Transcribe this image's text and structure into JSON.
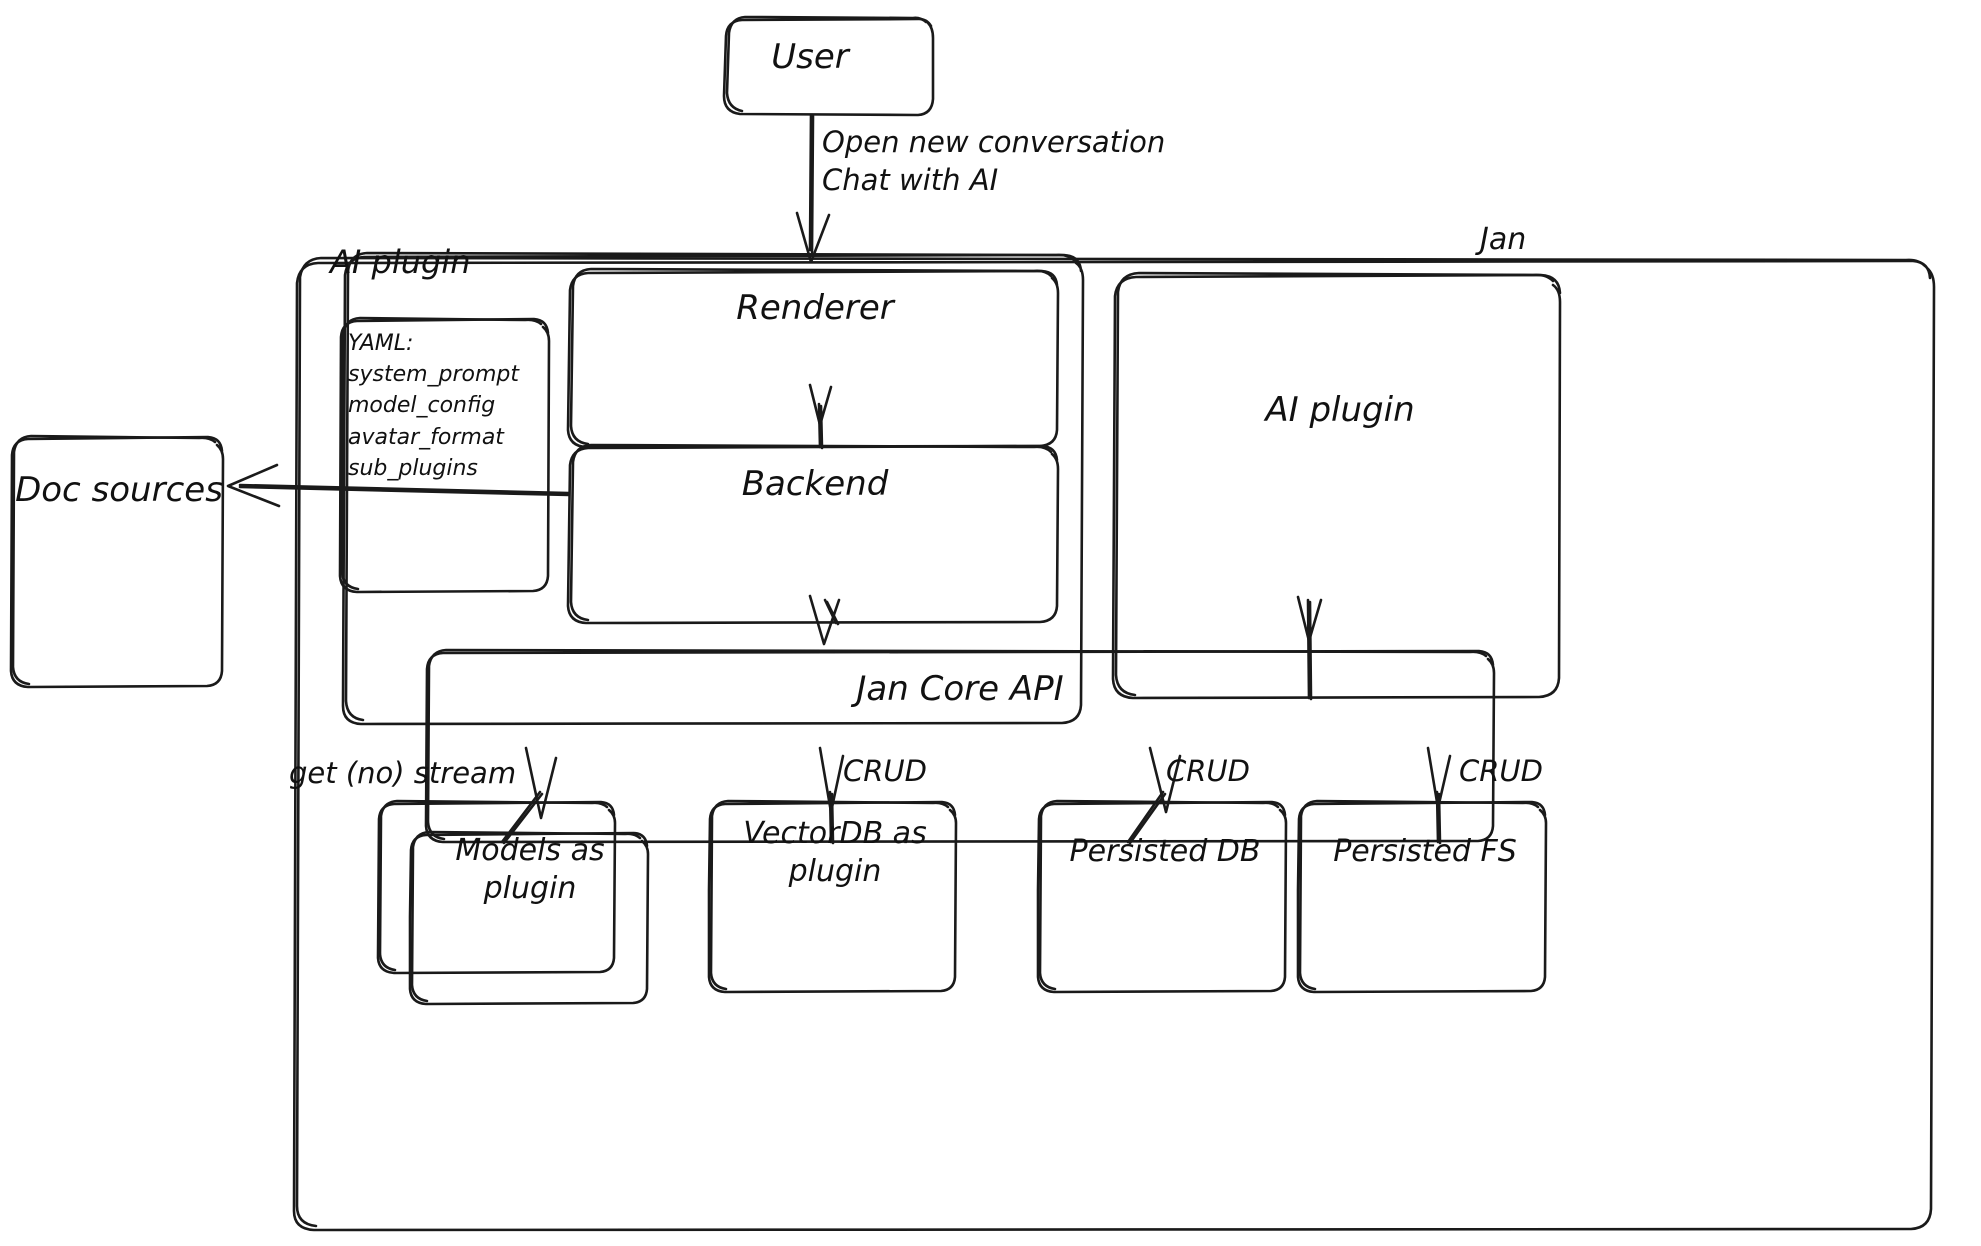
{
  "diagram": {
    "title": "Jan architecture sketch",
    "style": "hand-drawn",
    "stroke_color": "#1a1a1a",
    "background_color": "#ffffff"
  },
  "containers": {
    "jan": {
      "label": "Jan"
    },
    "ai_plugin_group": {
      "label": "AI plugin"
    }
  },
  "nodes": {
    "user": {
      "label": "User"
    },
    "renderer": {
      "label": "Renderer"
    },
    "backend": {
      "label": "Backend"
    },
    "ai_plugin_right": {
      "label": "AI plugin"
    },
    "doc_sources": {
      "label": "Doc sources"
    },
    "jan_core_api": {
      "label": "Jan Core API"
    },
    "models_as_plugin": {
      "label": "Models as\nplugin"
    },
    "vectordb_as_plugin": {
      "label": "VectorDB as\nplugin"
    },
    "persisted_db": {
      "label": "Persisted DB"
    },
    "persisted_fs": {
      "label": "Persisted FS"
    }
  },
  "yaml_note": {
    "lines": "YAML:\nsystem_prompt\nmodel_config\navatar_format\nsub_plugins"
  },
  "edge_labels": {
    "user_to_renderer": "Open new conversation\nChat with AI",
    "core_to_models": "get (no) stream",
    "core_to_vectordb": "CRUD",
    "core_to_persisted_db": "CRUD",
    "core_to_persisted_fs": "CRUD"
  }
}
